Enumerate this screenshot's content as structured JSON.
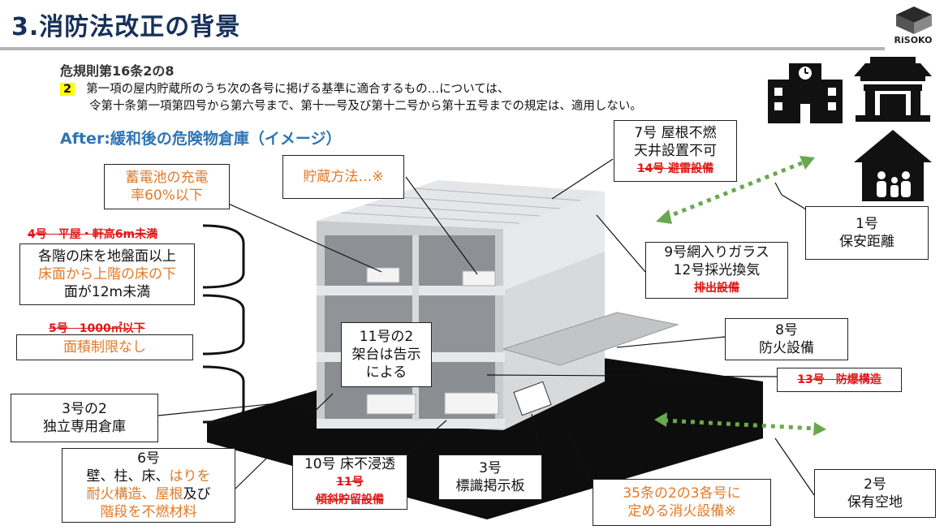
{
  "header": {
    "title": "3.消防法改正の背景",
    "logo_text": "RiSOKO"
  },
  "rule": {
    "heading": "危規則第16条2の8",
    "number": "2",
    "line1": "第一項の屋内貯蔵所のうち次の各号に掲げる基準に適合するもの…については、",
    "line2": "令第十条第一項第四号から第六号まで、第十一号及び第十二号から第十五号までの規定は、適用しない。"
  },
  "after_title": "After:緩和後の危険物倉庫（イメージ）",
  "labels": {
    "battery": [
      "蓄電池の充電",
      "率60%以下"
    ],
    "storage_method": "貯蔵方法…※",
    "no7": [
      "7号 屋根不燃",
      "天井設置不可"
    ],
    "no7_strike": "14号 避雷設備",
    "no1": [
      "1号",
      "保安距離"
    ],
    "no4_strike": "4号　平屋・軒高6m未満",
    "no4_line1": "各階の床を地盤面以上",
    "no4_line2": "床面から上階の床の下",
    "no4_line3": "面が12m未満",
    "no9": [
      "9号網入りガラス",
      "12号採光換気"
    ],
    "no9_strike": "排出設備",
    "no5_strike": "5号　1000㎡以下",
    "no5": "面積制限なし",
    "no11_2": [
      "11号の2",
      "架台は告示",
      "による"
    ],
    "no8": [
      "8号",
      "防火設備"
    ],
    "no13_strike": "13号　防爆構造",
    "no3_2": [
      "3号の2",
      "独立専用倉庫"
    ],
    "no6_line1": "6号",
    "no6_line2a": "壁、柱、床、",
    "no6_line2b": "はりを",
    "no6_line3a": "耐火構造、屋根",
    "no6_line3b": "及び",
    "no6_line4": "階段を不燃材料",
    "no10": "10号 床不浸透",
    "no10_strike1": "11号",
    "no10_strike2": "傾斜貯留設備",
    "no3": [
      "3号",
      "標識掲示板"
    ],
    "no35": [
      "35条の2の3各号に",
      "定める消火設備※"
    ],
    "no2": [
      "2号",
      "保有空地"
    ]
  },
  "icons": [
    "school-icon",
    "temple-icon",
    "house-family-icon"
  ],
  "colors": {
    "title": "#17305a",
    "accent_blue": "#2e74b5",
    "orange": "#e07a28",
    "strike_red": "#e01818",
    "arrow_green": "#6aa84f"
  }
}
